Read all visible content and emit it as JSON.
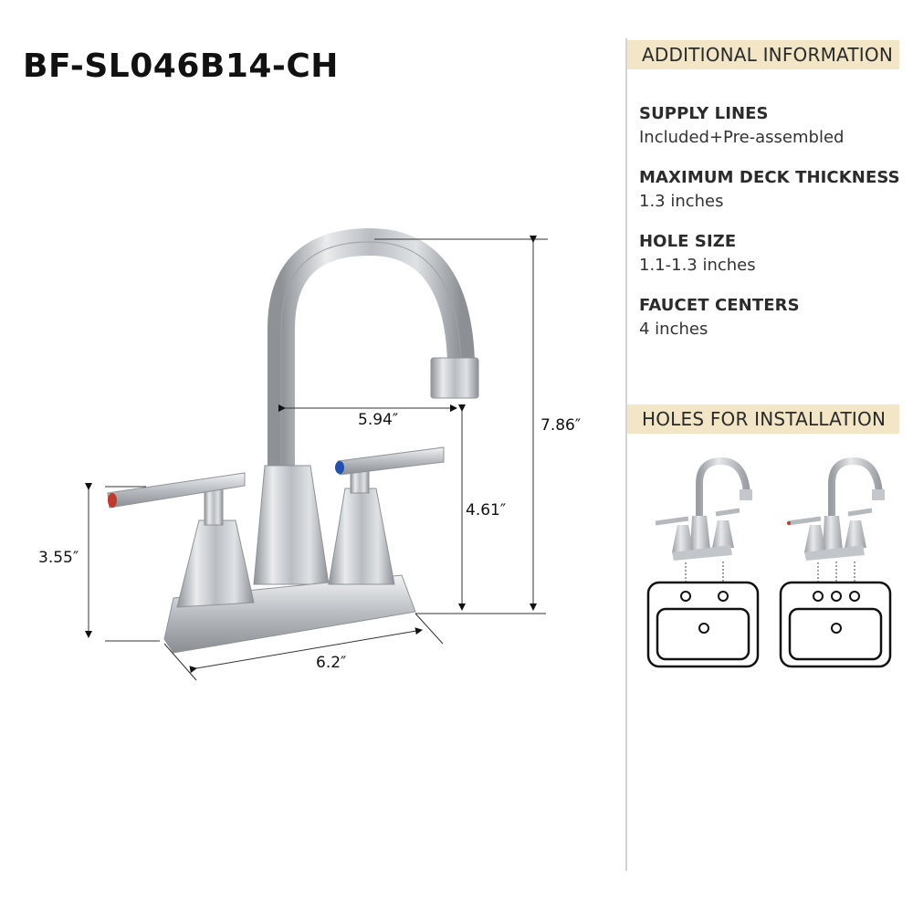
{
  "header": {
    "title": "BF-SL046B14-CH"
  },
  "dimensions": {
    "spout_reach": "5.94″",
    "total_height": "7.86″",
    "spout_height": "4.61″",
    "handle_height": "3.55″",
    "base_width": "6.2″"
  },
  "additional_information": {
    "heading": "ADDITIONAL INFORMATION",
    "specs": [
      {
        "label": "SUPPLY LINES",
        "value": "Included+Pre-assembled"
      },
      {
        "label": "MAXIMUM DECK THICKNESS",
        "value": "1.3 inches"
      },
      {
        "label": "HOLE SIZE",
        "value": "1.1-1.3 inches"
      },
      {
        "label": "FAUCET CENTERS",
        "value": "4 inches"
      }
    ]
  },
  "installation": {
    "heading": "HOLES FOR INSTALLATION",
    "diagrams": [
      {
        "name": "2-hole sink",
        "deck_holes": 2
      },
      {
        "name": "3-hole sink",
        "deck_holes": 3
      }
    ]
  },
  "colors": {
    "band": "#f3e6c7",
    "hot_indicator": "#c0392b",
    "cold_indicator": "#1f4fb0",
    "metal": "#c9ccd0"
  }
}
